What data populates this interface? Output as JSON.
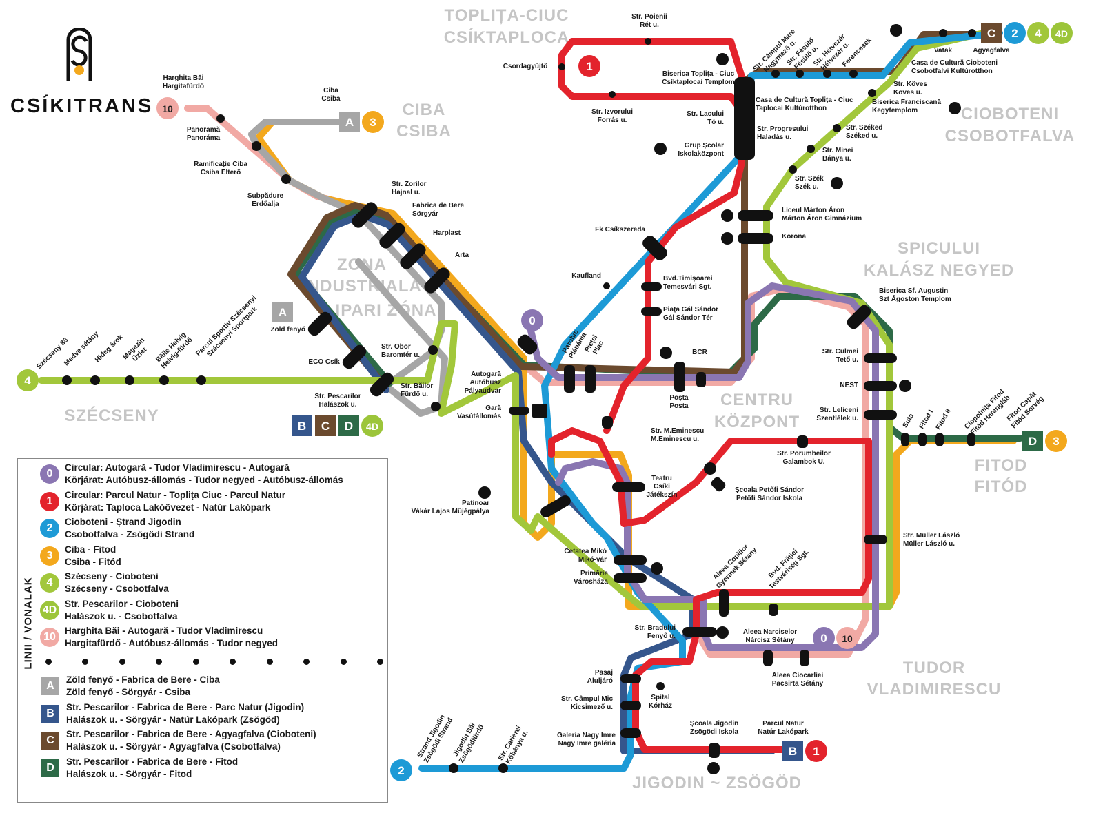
{
  "brand": {
    "name": "CSÍKITRANS"
  },
  "colors": {
    "l0": "#8a76b2",
    "l1": "#e3232c",
    "l2": "#1d9ad6",
    "l3": "#f3a81d",
    "l4": "#a2c73b",
    "l4d": "#9cc53a",
    "l10": "#f1a9a4",
    "A": "#a6a6a6",
    "B": "#35568c",
    "C": "#6b4a2e",
    "D": "#2d6a47",
    "area": "#c5c5c5"
  },
  "areas": [
    {
      "line1": "TOPLIȚA-CIUC",
      "line2": "CSÍKTAPLOCA"
    },
    {
      "line1": "CIBA",
      "line2": "CSIBA"
    },
    {
      "line1": "CIOBOTENI",
      "line2": "CSOBOTFALVA"
    },
    {
      "line1": "ZONA",
      "line2": "INDUSTRIALĂ",
      "line3": "IPARI ZÓNA"
    },
    {
      "line1": "SPICULUI",
      "line2": "KALÁSZ NEGYED"
    },
    {
      "line1": "CENTRU",
      "line2": "KÖZPONT"
    },
    {
      "line1": "FITOD",
      "line2": "FITÓD"
    },
    {
      "line1": "SZÉCSENY"
    },
    {
      "line1": "TUDOR",
      "line2": "VLADIMIRESCU"
    },
    {
      "line1": "JIGODIN ~ ZSÖGÖD"
    }
  ],
  "stops": [
    {
      "name": "Str. Poienii",
      "alt": "Rét u."
    },
    {
      "name": "Csordagyűjtő"
    },
    {
      "name": "Str. Izvorului",
      "alt": "Forrás u."
    },
    {
      "name": "Biserica Toplița - Ciuc",
      "alt": "Csíktaplocai Templom"
    },
    {
      "name": "Str. Câmpul Mare",
      "alt": "Nagymező u."
    },
    {
      "name": "Str. Fésülő",
      "alt": "Fésülő u."
    },
    {
      "name": "Str. Hétvezér",
      "alt": "Hétvezér u."
    },
    {
      "name": "Ferencesek"
    },
    {
      "name": "Vatak"
    },
    {
      "name": "Agyagfalva"
    },
    {
      "name": "Casa de Cultură Cioboteni",
      "alt": "Csobotfalvi Kultúrotthon"
    },
    {
      "name": "Casa de Cultură Toplița - Ciuc",
      "alt": "Taplocai Kultúrotthon"
    },
    {
      "name": "Str. Köves",
      "alt": "Köves u."
    },
    {
      "name": "Biserica Franciscană",
      "alt": "Kegytemplom"
    },
    {
      "name": "Str. Lacului",
      "alt": "Tó u."
    },
    {
      "name": "Str. Progresului",
      "alt": "Haladás u."
    },
    {
      "name": "Str. Széked",
      "alt": "Széked u."
    },
    {
      "name": "Grup Școlar",
      "alt": "Iskolaközpont"
    },
    {
      "name": "Str. Minei",
      "alt": "Bánya u."
    },
    {
      "name": "Str. Szék",
      "alt": "Szék u."
    },
    {
      "name": "Ciba",
      "alt": "Csiba"
    },
    {
      "name": "Harghita Băi",
      "alt": "Hargitafürdő"
    },
    {
      "name": "Panoramă",
      "alt": "Panoráma"
    },
    {
      "name": "Ramificație Ciba",
      "alt": "Csiba Elterő"
    },
    {
      "name": "Subpădure",
      "alt": "Erdőalja"
    },
    {
      "name": "Str. Zorilor",
      "alt": "Hajnal u."
    },
    {
      "name": "Fabrica de Bere",
      "alt": "Sörgyár"
    },
    {
      "name": "Harplast"
    },
    {
      "name": "Arta"
    },
    {
      "name": "Liceul Márton Áron",
      "alt": "Márton Áron Gimnázium"
    },
    {
      "name": "Korona"
    },
    {
      "name": "Fk Csíkszereda"
    },
    {
      "name": "Kaufland"
    },
    {
      "name": "Bvd.Timișoarei",
      "alt": "Temesvári Sgt."
    },
    {
      "name": "Piața Gál Sándor",
      "alt": "Gál Sándor Tér"
    },
    {
      "name": "Biserica Sf. Augustin",
      "alt": "Szt Ágoston Templom"
    },
    {
      "name": "Zöld fenyő"
    },
    {
      "name": "ECO Csík"
    },
    {
      "name": "Str. Obor",
      "alt": "Baromtér u."
    },
    {
      "name": "Str. Băilor",
      "alt": "Fürdő u."
    },
    {
      "name": "Str. Pescarilor",
      "alt": "Halászok u."
    },
    {
      "name": "Parohie",
      "alt": "Plébánia"
    },
    {
      "name": "Pieței",
      "alt": "Piac"
    },
    {
      "name": "BCR"
    },
    {
      "name": "Poșta",
      "alt": "Posta"
    },
    {
      "name": "Str. Culmei",
      "alt": "Tető u."
    },
    {
      "name": "NEST"
    },
    {
      "name": "Str. Leliceni",
      "alt": "Szentlélek u."
    },
    {
      "name": "Autogară",
      "alt": "Autóbusz",
      "alt2": "Pályaudvar"
    },
    {
      "name": "Gară",
      "alt": "Vasútállomás"
    },
    {
      "name": "Szécseny 88"
    },
    {
      "name": "Medve sétány"
    },
    {
      "name": "Hideg árok"
    },
    {
      "name": "Magazin",
      "alt": "Üzlet"
    },
    {
      "name": "Băile Helvig",
      "alt": "Helvig-fürdő"
    },
    {
      "name": "Parcul Sportiv Szécsenyi",
      "alt": "Szécsenyi Sportpark"
    },
    {
      "name": "Suta"
    },
    {
      "name": "Fitod I"
    },
    {
      "name": "Fitod II"
    },
    {
      "name": "Clopotnița Fitod",
      "alt": "Fitód Harangláb"
    },
    {
      "name": "Fitod Capăt",
      "alt": "Fitód Sorvég"
    },
    {
      "name": "Str. M.Eminescu",
      "alt": "M.Eminescu u."
    },
    {
      "name": "Str. Porumbeilor",
      "alt": "Galambok U."
    },
    {
      "name": "Teatru",
      "alt": "Csíki",
      "alt2": "Játékszín"
    },
    {
      "name": "Școala Petőfi Sándor",
      "alt": "Petőfi Sándor Iskola"
    },
    {
      "name": "Patinoar",
      "alt": "Vákár Lajos Műjégpálya"
    },
    {
      "name": "Cetatea Mikó",
      "alt": "Mikó-vár"
    },
    {
      "name": "Primărie",
      "alt": "Városháza"
    },
    {
      "name": "Aleea Copiilor",
      "alt": "Gyermek Sétány"
    },
    {
      "name": "Bvd. Frăției",
      "alt": "Testvériség Sgt."
    },
    {
      "name": "Str. Müller László",
      "alt": "Müller László u."
    },
    {
      "name": "Str. Bradului",
      "alt": "Fenyő u."
    },
    {
      "name": "Aleea Narciselor",
      "alt": "Nárcisz Sétány"
    },
    {
      "name": "Aleea Ciocarliei",
      "alt": "Pacsirta Sétány"
    },
    {
      "name": "Pasaj",
      "alt": "Aluljáró"
    },
    {
      "name": "Spital",
      "alt": "Kórház"
    },
    {
      "name": "Str. Câmpul Mic",
      "alt": "Kicsimező u."
    },
    {
      "name": "Galeria Nagy Imre",
      "alt": "Nagy Imre galéria"
    },
    {
      "name": "Școala Jigodin",
      "alt": "Zsögödi Iskola"
    },
    {
      "name": "Parcul Natur",
      "alt": "Natúr Lakópark"
    },
    {
      "name": "Strand Jigodin",
      "alt": "Zsögödi Strand"
    },
    {
      "name": "Jigodin Băi",
      "alt": "Zsögödfürdő"
    },
    {
      "name": "Str. Carierei",
      "alt": "Kőbánya u."
    }
  ],
  "terminal_badges": {
    "t1": [
      "1"
    ],
    "t2": [
      "C",
      "2",
      "4",
      "4D"
    ],
    "t3": [
      "A",
      "3"
    ],
    "t4": [
      "10"
    ],
    "t5": [
      "A"
    ],
    "t6": [
      "4"
    ],
    "t7": [
      "B",
      "C",
      "D",
      "4D"
    ],
    "t8": [
      "0"
    ],
    "t9": [
      "D",
      "3"
    ],
    "t10": [
      "0",
      "10"
    ],
    "t11": [
      "B",
      "1"
    ],
    "t12": [
      "2"
    ]
  },
  "legend": {
    "title": "LINII  /  VONALAK",
    "bus_lines": [
      {
        "badge": "0",
        "color": "#8a76b2",
        "ro": "Circular: Autogară - Tudor Vladimirescu - Autogară",
        "hu": "Körjárat: Autóbusz-állomás - Tudor negyed - Autóbusz-állomás"
      },
      {
        "badge": "1",
        "color": "#e3232c",
        "ro": "Circular: Parcul Natur - Toplița Ciuc - Parcul Natur",
        "hu": "Körjárat: Taploca Lakóövezet - Natúr Lakópark"
      },
      {
        "badge": "2",
        "color": "#1d9ad6",
        "ro": "Cioboteni - Ștrand Jigodin",
        "hu": "Csobotfalva - Zsögödi Strand"
      },
      {
        "badge": "3",
        "color": "#f3a81d",
        "ro": "Ciba - Fitod",
        "hu": "Csiba - Fitód"
      },
      {
        "badge": "4",
        "color": "#a2c73b",
        "ro": "Szécseny - Cioboteni",
        "hu": "Szécseny - Csobotfalva"
      },
      {
        "badge": "4D",
        "color": "#9cc53a",
        "ro": "Str. Pescarilor - Cioboteni",
        "hu": "Halászok u. - Csobotfalva"
      },
      {
        "badge": "10",
        "color": "#f1a9a4",
        "ro": "Harghita Băi - Autogară - Tudor  Vladimirescu",
        "hu": "Hargitafürdő - Autóbusz-állomás - Tudor negyed"
      }
    ],
    "freight_lines": [
      {
        "badge": "A",
        "color": "#a6a6a6",
        "ro": "Zöld fenyő - Fabrica de Bere - Ciba",
        "hu": "Zöld fenyő - Sörgyár - Csiba"
      },
      {
        "badge": "B",
        "color": "#35568c",
        "ro": "Str. Pescarilor - Fabrica de Bere - Parc Natur (Jigodin)",
        "hu": "Halászok u. - Sörgyár - Natúr Lakópark (Zsögöd)"
      },
      {
        "badge": "C",
        "color": "#6b4a2e",
        "ro": "Str. Pescarilor - Fabrica de Bere - Agyagfalva (Cioboteni)",
        "hu": "Halászok u. - Sörgyár - Agyagfalva (Csobotfalva)"
      },
      {
        "badge": "D",
        "color": "#2d6a47",
        "ro": "Str. Pescarilor - Fabrica de Bere - Fitod",
        "hu": "Halászok u. - Sörgyár - Fitod"
      }
    ]
  }
}
